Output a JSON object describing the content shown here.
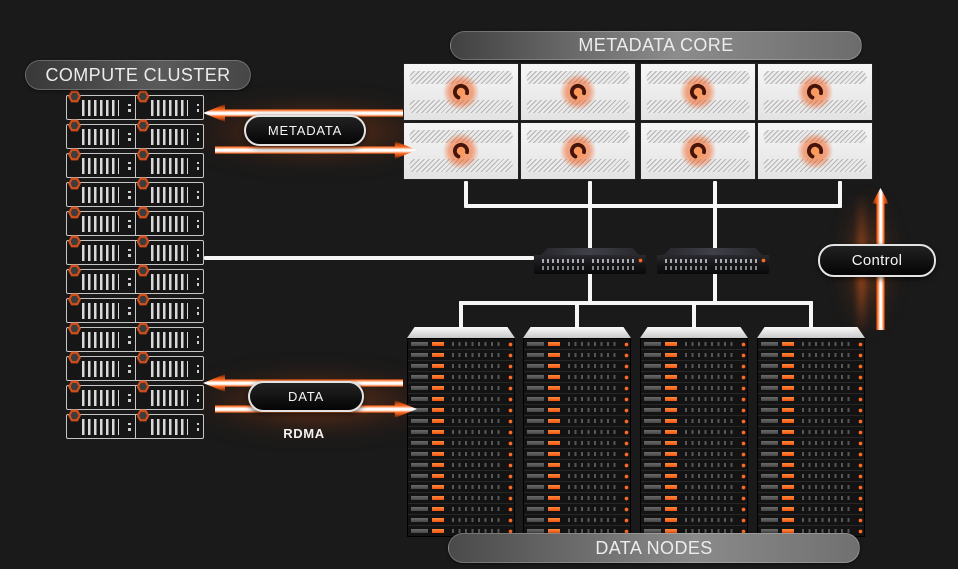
{
  "labels": {
    "compute_cluster": "COMPUTE CLUSTER",
    "metadata_core": "METADATA CORE",
    "data_nodes": "DATA NODES",
    "metadata_flow": "METADATA",
    "data_flow": "DATA",
    "control_flow": "Control",
    "rdma": "RDMA"
  },
  "colors": {
    "background": "#1a1a1a",
    "accent_orange": "#f05a1d",
    "connection_line": "#f6f6f6",
    "pill_border": "#e3e3e3"
  },
  "structure": {
    "compute": {
      "rows": 12,
      "units_per_row": 2
    },
    "metadata_core": {
      "rows": 2,
      "columns": 4
    },
    "switches": {
      "count": 2
    },
    "data_nodes": {
      "racks": 4,
      "slots_per_rack": 18
    }
  }
}
